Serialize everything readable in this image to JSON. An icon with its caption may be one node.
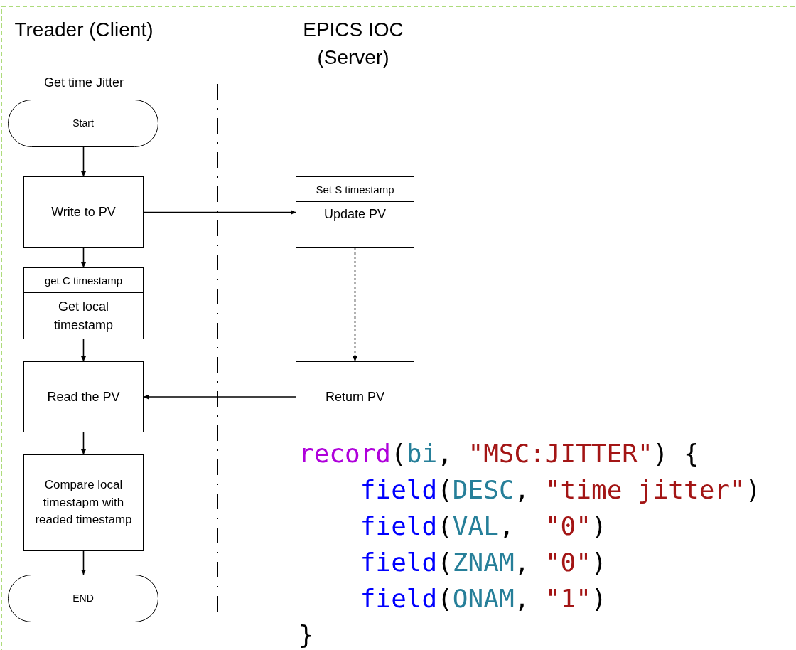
{
  "diagram": {
    "nodes": [
      {
        "text": [
          "Start"
        ]
      },
      {
        "text": [
          "Write to PV"
        ]
      },
      {
        "text": [
          "get C timestamp",
          "Get local timestamp"
        ]
      },
      {
        "text": [
          "Read the PV"
        ]
      },
      {
        "text": [
          "Compare local timestapm with readed timestamp"
        ]
      },
      {
        "text": [
          "END"
        ]
      },
      {
        "text": [
          "Set S timestamp",
          "Update PV"
        ]
      },
      {
        "text": [
          "Return PV"
        ]
      }
    ],
    "edges": [
      {
        "from": 0,
        "to": 1,
        "arrow": "to"
      },
      {
        "from": 1,
        "to": 2,
        "arrow": "to"
      },
      {
        "from": 2,
        "to": 3,
        "arrow": "to"
      },
      {
        "from": 3,
        "to": 4,
        "arrow": "to"
      },
      {
        "from": 4,
        "to": 5,
        "arrow": "to"
      },
      {
        "from": 1,
        "to": 6,
        "arrow": "to"
      },
      {
        "from": 6,
        "to": 7,
        "arrow": "to",
        "style": "dashed"
      },
      {
        "from": 7,
        "to": 3,
        "arrow": "to"
      }
    ],
    "labels": [
      "Treader (Client)",
      "EPICS IOC (Server)",
      "Get time Jitter",
      "record(bi, \"MSC:JITTER\") {",
      "field(DESC, \"time jitter\")",
      "field(VAL,  \"0\")",
      "field(ZNAM, \"0\")",
      "field(ONAM, \"1\")",
      "}"
    ]
  }
}
